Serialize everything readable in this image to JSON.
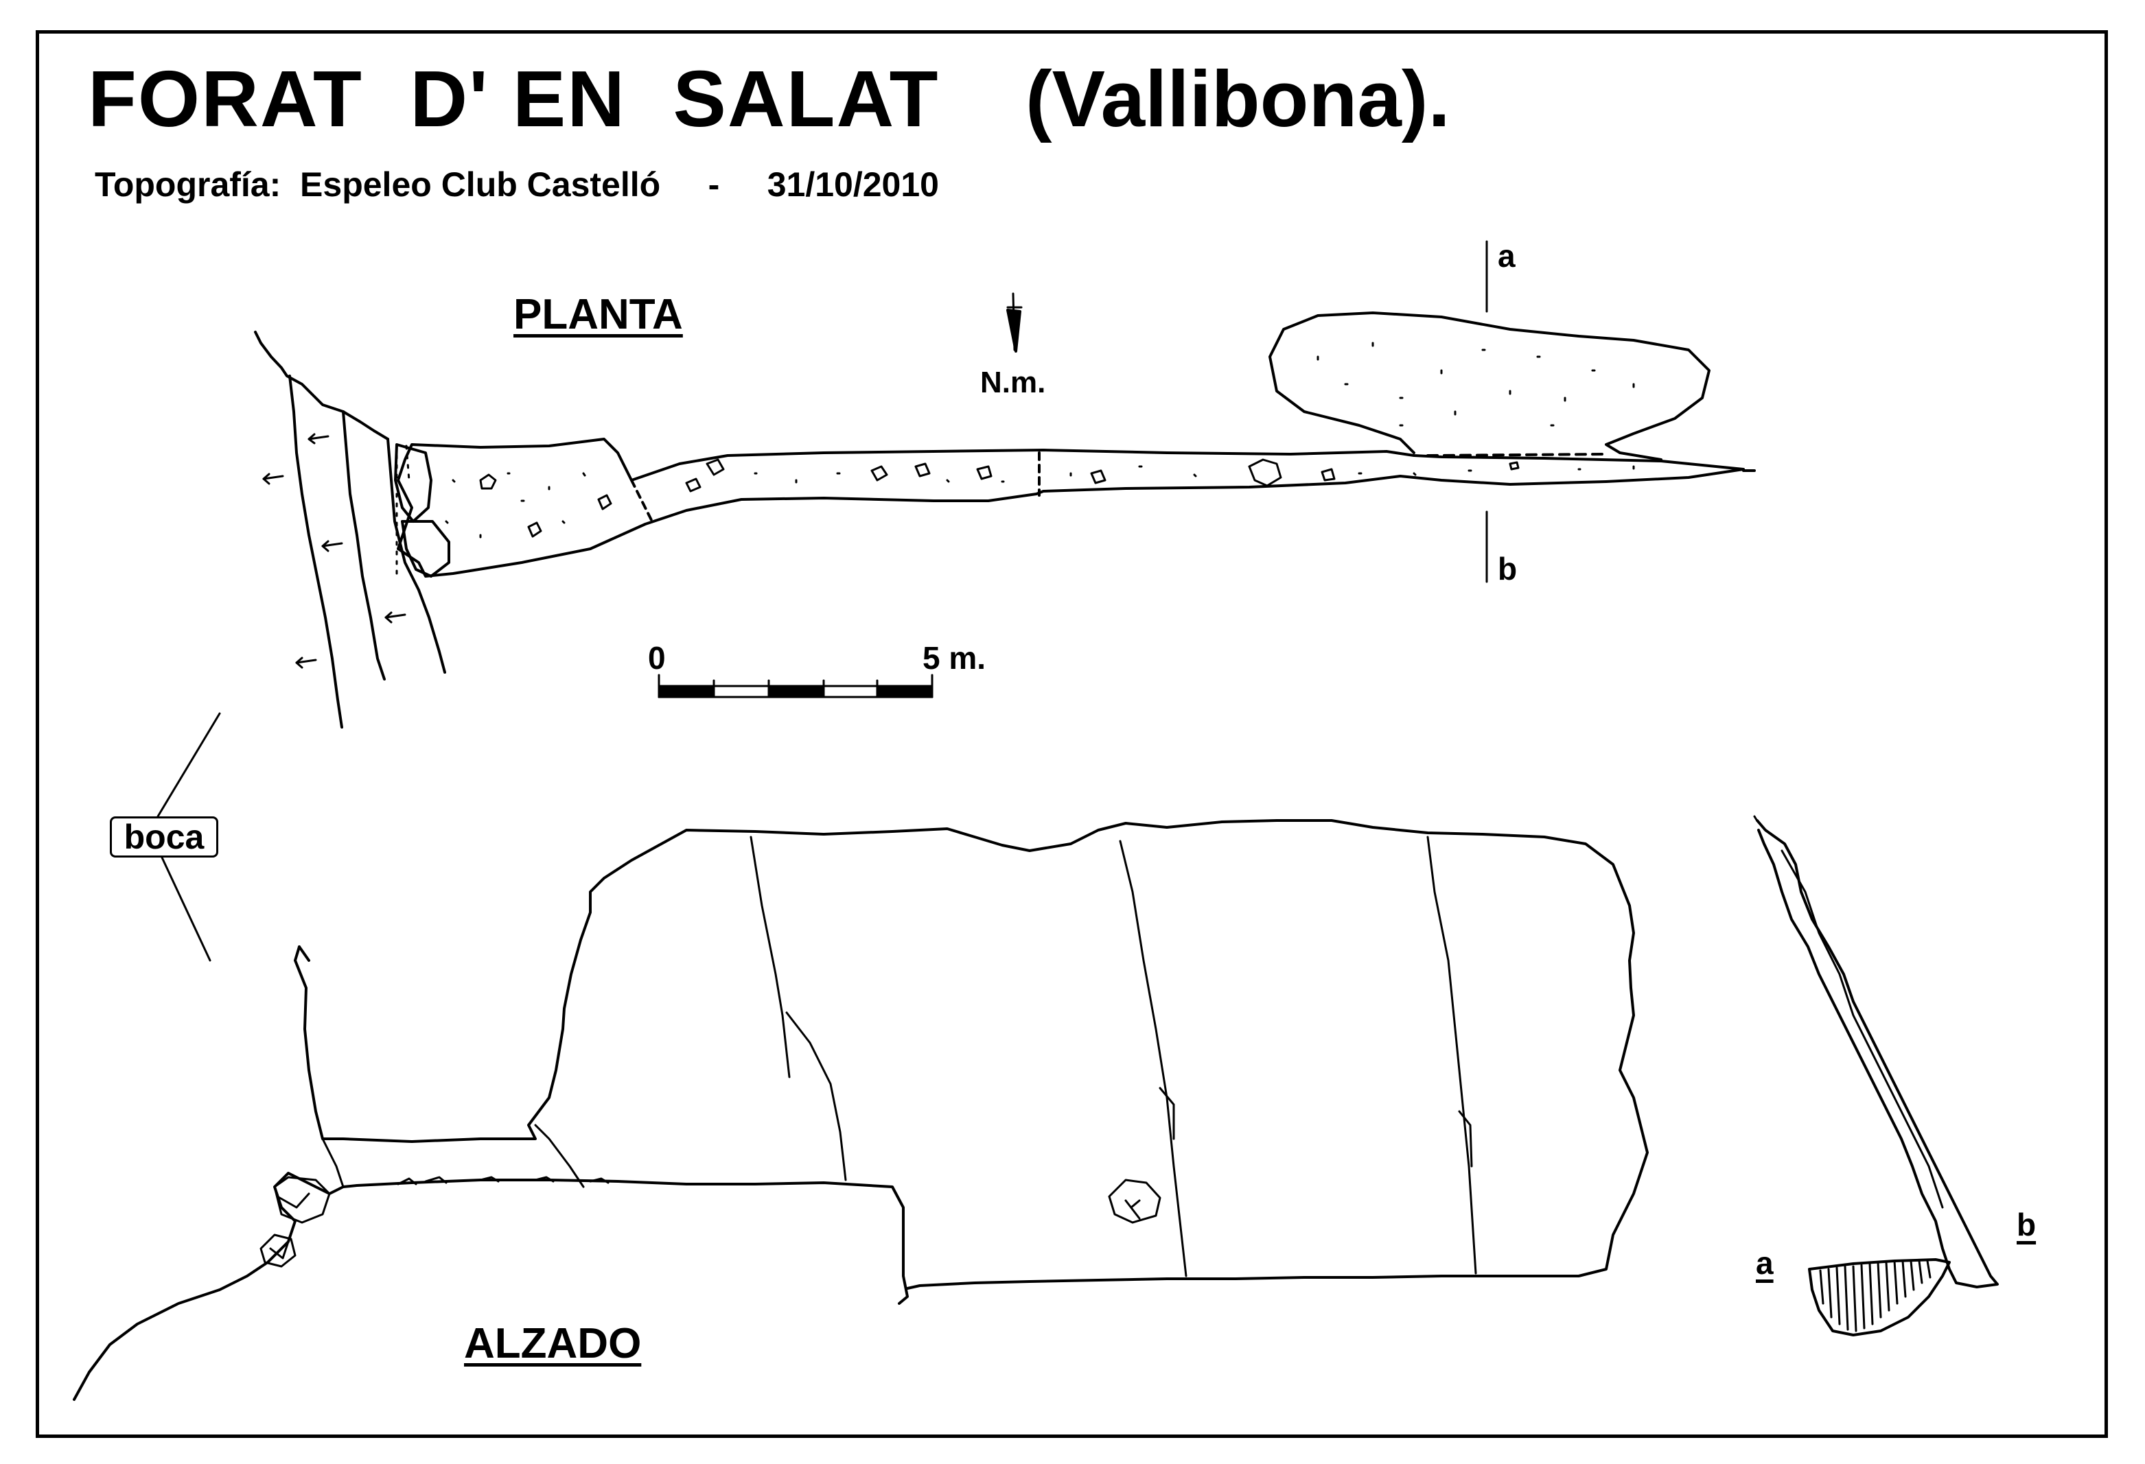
{
  "title": "FORAT  D' EN  SALAT",
  "title_place": "(Vallibona).",
  "subtitle": "Topografía:  Espeleo Club Castelló     -     31/10/2010",
  "plan_label": "PLANTA",
  "elevation_label": "ALZADO",
  "north_label": "N.m.",
  "scale": {
    "start": "0",
    "end": "5 m."
  },
  "section_labels": {
    "a_top": "a",
    "b_bottom": "b",
    "a_section": "a",
    "b_section": "b"
  },
  "entrance_label": "boca",
  "icons": [
    "north-arrow-icon"
  ]
}
